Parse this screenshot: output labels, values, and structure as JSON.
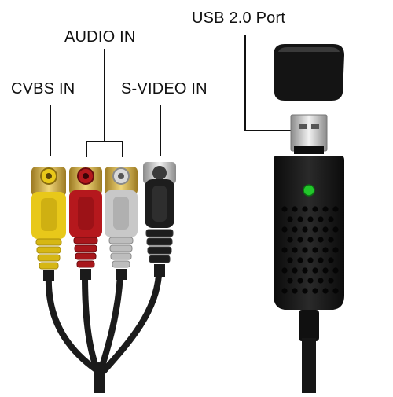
{
  "labels": {
    "usb_port": "USB 2.0 Port",
    "audio_in": "AUDIO IN",
    "cvbs_in": "CVBS IN",
    "svideo_in": "S-VIDEO IN"
  },
  "connectors": [
    {
      "name": "cvbs",
      "color": "#e8c81a"
    },
    {
      "name": "audio-left",
      "color": "#b5181d"
    },
    {
      "name": "audio-right",
      "color": "#bfbfbf"
    },
    {
      "name": "s-video",
      "color": "#1d1d1d"
    }
  ],
  "colors": {
    "line": "#111111",
    "cable": "#1b1b1b",
    "gold": "#c9a645",
    "led": "#22c62b",
    "dongle": "#151515"
  }
}
